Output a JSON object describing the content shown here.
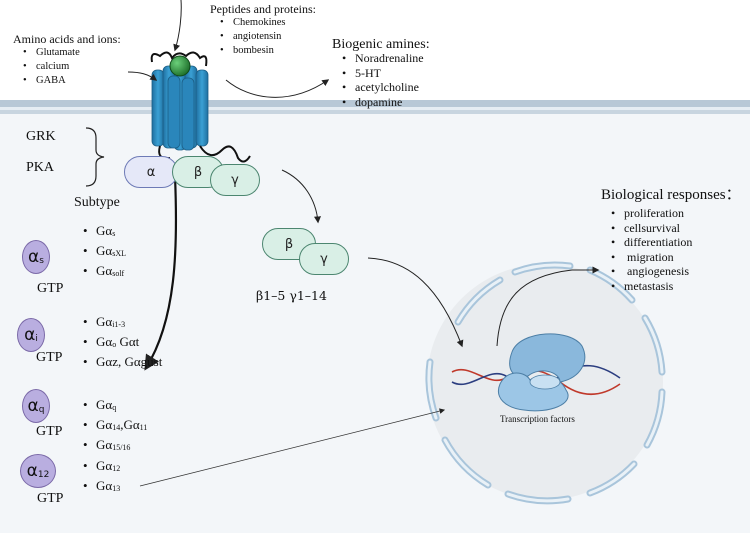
{
  "ligands": {
    "amino_title": "Amino acids and ions:",
    "amino_items": [
      "Glutamate",
      "calcium",
      "GABA"
    ],
    "peptides_title": "Peptides and proteins:",
    "peptides_items": [
      "Chemokines",
      "angiotensin",
      "bombesin"
    ],
    "amines_title": "Biogenic amines:",
    "amines_items": [
      "Noradrenaline",
      "5-HT",
      "acetylcholine",
      "dopamine"
    ]
  },
  "regulators": {
    "grk": "GRK",
    "pka": "PKA"
  },
  "heterotrimer": {
    "alpha": "α",
    "beta": "β",
    "gamma": "γ"
  },
  "free_beta_gamma": {
    "beta": "β",
    "gamma": "γ",
    "isoforms": "β1–5  γ1–14"
  },
  "subtype_title": "Subtype",
  "families": [
    {
      "symbol": "α",
      "sub": "s",
      "gtp": "GTP",
      "members": [
        {
          "main": "Gα",
          "sub": "s"
        },
        {
          "main": "Gα",
          "sub": "sXL"
        },
        {
          "main": "Gα",
          "sub": "solf"
        }
      ]
    },
    {
      "symbol": "α",
      "sub": "i",
      "gtp": "GTP",
      "members": [
        {
          "main": "Gα",
          "sub": "i1-3"
        },
        {
          "main": "Gα",
          "sub": "o",
          "rest": " Gαt"
        },
        {
          "main": "Gαz, Gαgust",
          "sub": ""
        }
      ]
    },
    {
      "symbol": "α",
      "sub": "q",
      "gtp": "GTP",
      "members": [
        {
          "main": "Gα",
          "sub": "q"
        },
        {
          "main": "Gα",
          "sub": "14",
          "rest": ",Gα",
          "sub2": "11"
        },
        {
          "main": "Gα",
          "sub": "15/16"
        }
      ]
    },
    {
      "symbol": "α",
      "sub": "12",
      "gtp": "GTP",
      "members": [
        {
          "main": "Gα",
          "sub": "12"
        },
        {
          "main": "Gα",
          "sub": "13"
        }
      ]
    }
  ],
  "nucleus": {
    "label": "Transcription factors"
  },
  "responses": {
    "title": "Biological responses：",
    "items": [
      "proliferation",
      "cellsurvival",
      "differentiation",
      " migration",
      " angiogenesis",
      "metastasis"
    ]
  },
  "colors": {
    "receptor": "#2f8fc2",
    "ligand_ball": "#2f8f3a",
    "alpha_family": "#b9aee0",
    "beta_gamma": "#d9efe6",
    "nucleus": "#e6e9ec",
    "membrane": "#b8c8d6"
  }
}
